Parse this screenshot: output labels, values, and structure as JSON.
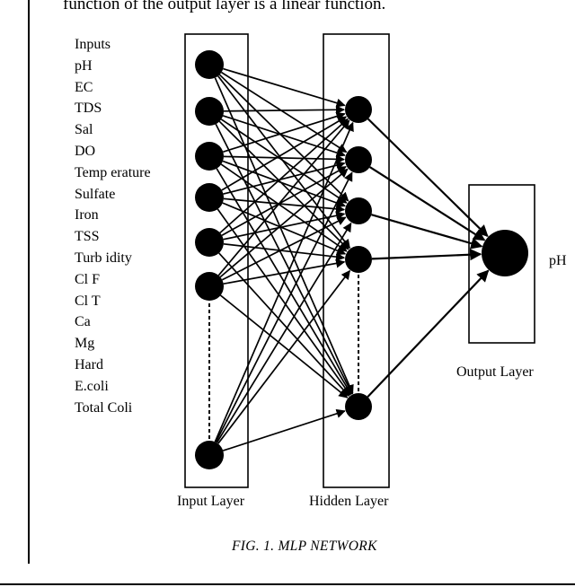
{
  "top_text": "function of the output layer is a linear function.",
  "inputs_header": "Inputs",
  "inputs": [
    "pH",
    "EC",
    "TDS",
    "Sal",
    "DO",
    "Temp erature",
    "Sulfate",
    "Iron",
    "TSS",
    "Turb idity",
    "Cl F",
    "Cl T",
    "Ca",
    "Mg",
    "Hard",
    "E.coli",
    "Total Coli"
  ],
  "labels": {
    "input_layer": "Input Layer",
    "hidden_layer": "Hidden Layer",
    "output_layer": "Output Layer",
    "output_node": "pH"
  },
  "caption": "FIG. 1. MLP NETWORK"
}
